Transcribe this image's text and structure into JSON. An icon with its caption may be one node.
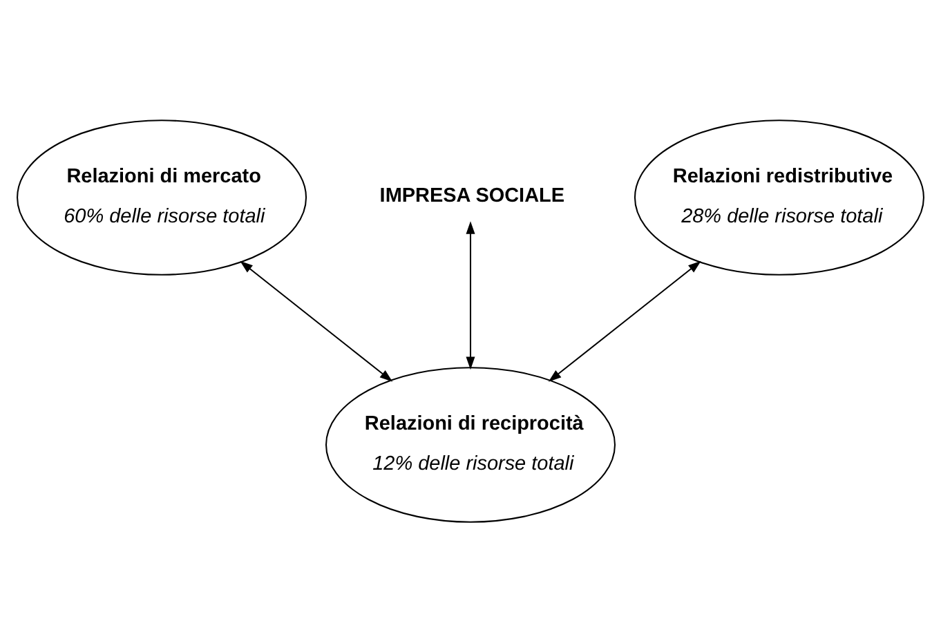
{
  "diagram": {
    "nodes": [
      {
        "text": [
          "Relazioni di mercato",
          "60% delle risorse totali"
        ]
      },
      {
        "text": [
          "Relazioni redistributive",
          "28% delle risorse totali"
        ]
      },
      {
        "text": [
          "IMPRESA SOCIALE"
        ]
      },
      {
        "text": [
          "Relazioni di reciprocità",
          "12% delle risorse totali"
        ]
      }
    ],
    "edges": [
      {
        "from": 0,
        "to": 3,
        "arrow": "both"
      },
      {
        "from": 2,
        "to": 3,
        "arrow": "both"
      },
      {
        "from": 1,
        "to": 3,
        "arrow": "both"
      }
    ]
  }
}
